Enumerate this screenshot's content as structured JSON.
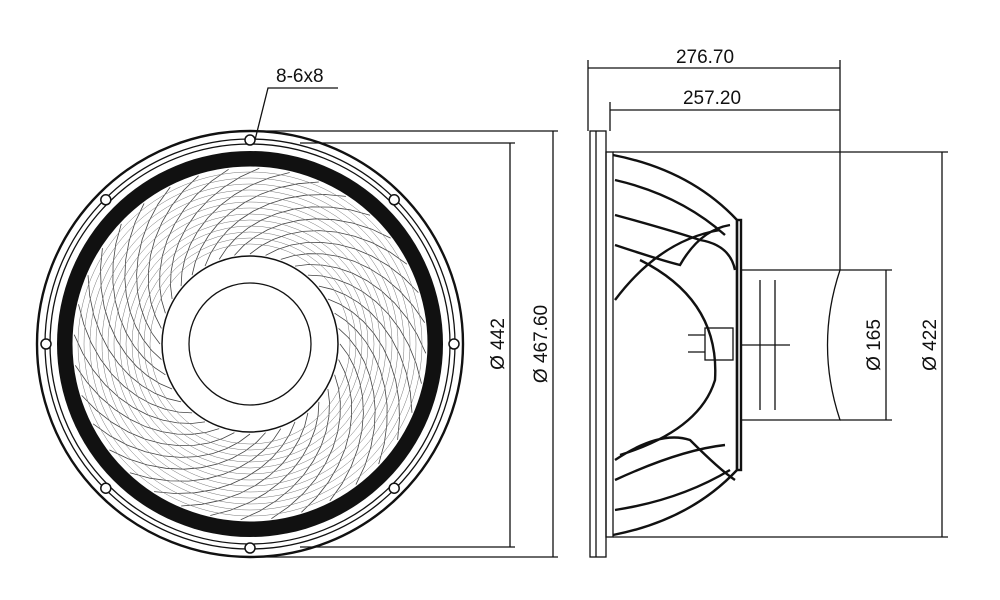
{
  "front_view": {
    "hole_callout": "8-6x8",
    "diameter_inner": "Ø 442",
    "diameter_outer": "Ø 467.60"
  },
  "side_view": {
    "total_depth": "276.70",
    "basket_depth": "257.20",
    "magnet_diameter": "Ø 165",
    "cone_diameter": "Ø 422"
  },
  "colors": {
    "line": "#111111",
    "background": "#ffffff"
  }
}
